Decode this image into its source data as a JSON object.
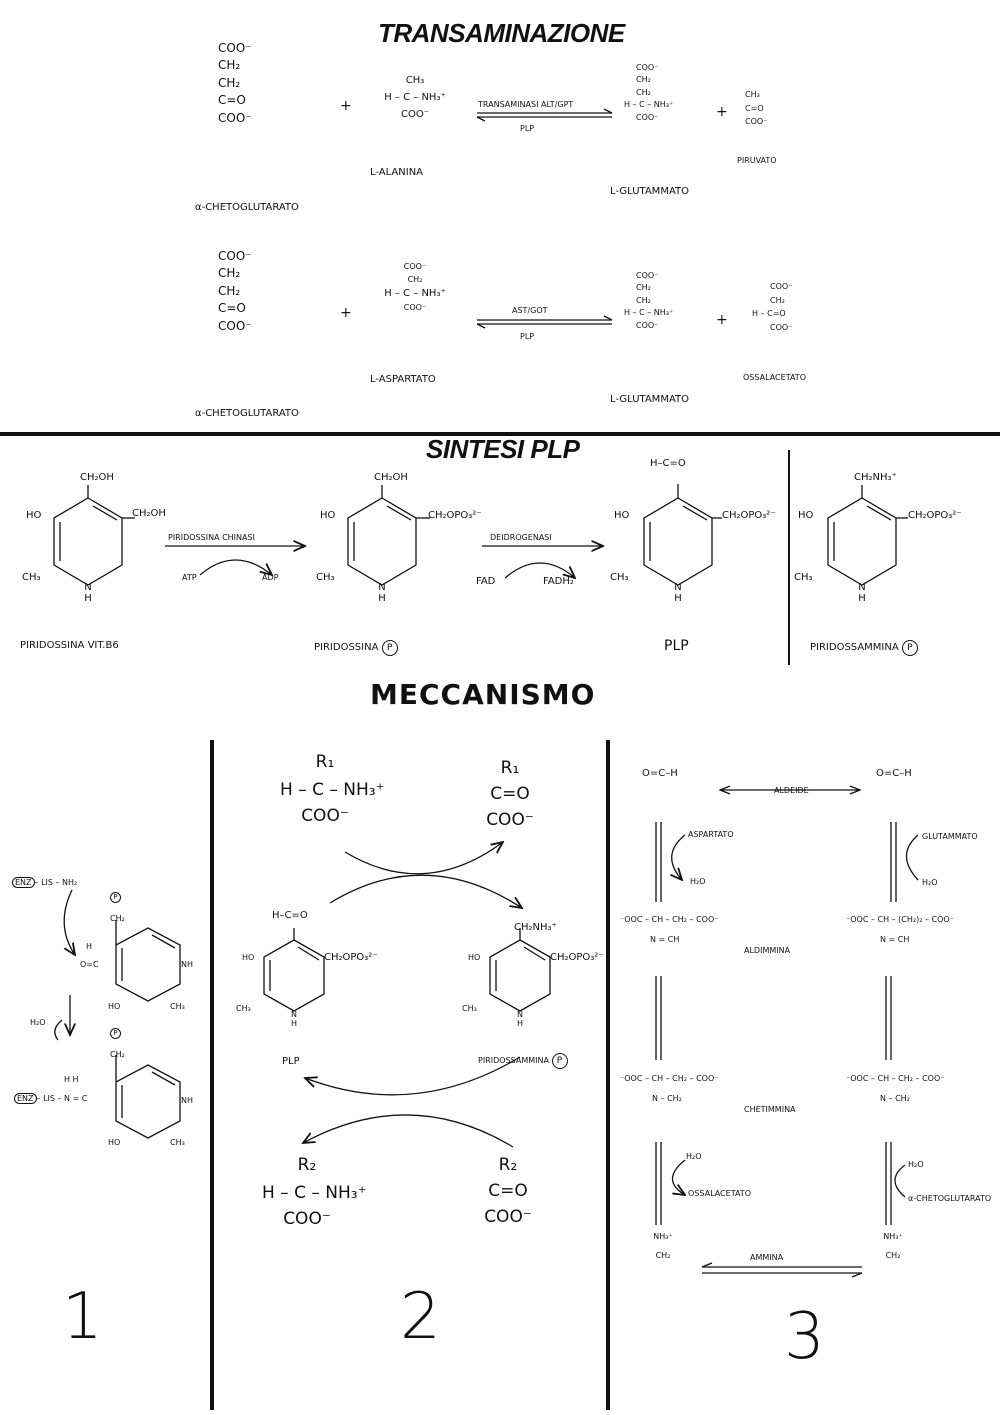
{
  "sections": {
    "transaminazione": "TRANSAMINAZIONE",
    "sintesi": "SINTESI PLP",
    "meccanismo": "MECCANISMO"
  },
  "transamination": {
    "plus": "+",
    "ketoglutarate": [
      "COO⁻",
      "CH₂",
      "CH₂",
      "C=O",
      "COO⁻"
    ],
    "alanine": {
      "top": "CH₃",
      "mid": "H – C – NH₃⁺",
      "bot": "COO⁻"
    },
    "aspartate": {
      "top": "COO⁻",
      "top2": "CH₂",
      "mid": "H – C – NH₃⁺",
      "bot": "COO⁻"
    },
    "glutamate": [
      "COO⁻",
      "CH₂",
      "CH₂",
      "H – C – NH₃⁺",
      "COO⁻"
    ],
    "pyruvate": [
      "CH₃",
      "C=O",
      "COO⁻"
    ],
    "oxaloacetate": [
      "COO⁻",
      "CH₂",
      "H – C=O",
      "COO⁻"
    ],
    "r1": {
      "enzyme": "TRANSAMINASI ALT/GPT",
      "cofactor": "PLP",
      "s1": "α-CHETOGLUTARATO",
      "s2": "L-ALANINA",
      "p1": "L-GLUTAMMATO",
      "p2": "PIRUVATO"
    },
    "r2": {
      "enzyme": "AST/GOT",
      "cofactor": "PLP",
      "s1": "α-CHETOGLUTARATO",
      "s2": "L-ASPARTATO",
      "p1": "L-GLUTAMMATO",
      "p2": "OSSALACETATO"
    }
  },
  "synthesis": {
    "pyridoxine": {
      "label": "PIRIDOSSINA VIT.B6",
      "top": "CH₂OH",
      "side": "CH₂OH",
      "ho": "HO",
      "ch3": "CH₃",
      "nh": "N",
      "h": "H"
    },
    "step1": {
      "enzyme": "PIRIDOSSINA CHINASI",
      "in": "ATP",
      "out": "ADP"
    },
    "pyridoxine_p": {
      "label": "PIRIDOSSINA",
      "p": "P",
      "top": "CH₂OH",
      "side": "CH₂OPO₃²⁻",
      "ho": "HO",
      "ch3": "CH₃",
      "nh": "N",
      "h": "H"
    },
    "step2": {
      "enzyme": "DEIDROGENASI",
      "in": "FAD",
      "out": "FADH₂"
    },
    "plp": {
      "label": "PLP",
      "top": "H–C=O",
      "side": "CH₂OPO₃²⁻",
      "ho": "HO",
      "ch3": "CH₃",
      "nh": "N",
      "h": "H"
    },
    "pyridoxamine_p": {
      "label": "PIRIDOSSAMMINA",
      "p": "P",
      "top": "CH₂NH₃⁺",
      "side": "CH₂OPO₃²⁻",
      "ho": "HO",
      "ch3": "CH₃",
      "nh": "N",
      "h": "H"
    }
  },
  "panel1": {
    "number": "1",
    "enz1": "ENZ",
    "lys1": "– LIS – NH₂",
    "aldehyde": "O=C",
    "aldh": "H",
    "ch2a": "CH₂",
    "p": "P",
    "nh": "NH",
    "ho": "HO",
    "ch3": "CH₃",
    "water": "H₂O",
    "enz2": "ENZ",
    "lys2": "– LIS – N = C",
    "hh": "H   H"
  },
  "panel2": {
    "number": "2",
    "aa1": {
      "r": "R₁",
      "mid": "H – C – NH₃⁺",
      "bot": "COO⁻"
    },
    "ka1": {
      "r": "R₁",
      "mid": "C=O",
      "bot": "COO⁻"
    },
    "aa2": {
      "r": "R₂",
      "mid": "H – C – NH₃⁺",
      "bot": "COO⁻"
    },
    "ka2": {
      "r": "R₂",
      "mid": "C=O",
      "bot": "COO⁻"
    },
    "plp": {
      "label": "PLP",
      "side": "CH₂OPO₃²⁻",
      "ho": "HO",
      "ch3": "CH₃",
      "nh": "N",
      "h": "H",
      "top": "H–C=O"
    },
    "pmp": {
      "label": "PIRIDOSSAMMINA",
      "p": "P",
      "side": "CH₂OPO₃²⁻",
      "ho": "HO",
      "ch3": "CH₃",
      "nh": "N",
      "h": "H",
      "top": "CH₂NH₃⁺"
    }
  },
  "panel3": {
    "number": "3",
    "aldeide": "ALDEIDE",
    "aldimmina": "ALDIMMINA",
    "chetimmina": "CHETIMMINA",
    "ammina": "AMMINA",
    "left": {
      "ald": "O=C–H",
      "in": "ASPARTATO",
      "water1": "H₂O",
      "aldim": "⁻OOC – CH – CH₂ – COO⁻",
      "aldim2": "N = CH",
      "ketim": "⁻OOC – CH – CH₂ – COO⁻",
      "ketim2": "N – CH₂",
      "water2": "H₂O",
      "out": "OSSALACETATO",
      "amine": "NH₃⁺",
      "amine2": "CH₂"
    },
    "right": {
      "ald": "O=C–H",
      "in": "GLUTAMMATO",
      "water1": "H₂O",
      "aldim": "⁻OOC – CH – (CH₂)₂ – COO⁻",
      "aldim2": "N = CH",
      "ketim": "⁻OOC – CH – CH₂ – COO⁻",
      "ketim2": "N – CH₂",
      "water2": "H₂O",
      "out": "α-CHETOGLUTARATO",
      "amine": "NH₃⁺",
      "amine2": "CH₂"
    }
  }
}
